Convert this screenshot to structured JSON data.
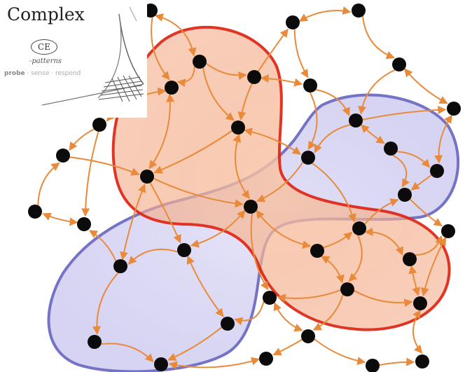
{
  "legend": {
    "title": "Complex",
    "code": "CE",
    "subtitle": "-patterns",
    "tagline_a": "probe",
    "tagline_b": " · sense · respond"
  },
  "colors": {
    "node": "#0b0b0b",
    "arrow": "#e98a3a",
    "red_region_stroke": "#e02a1a",
    "red_region_fill": "#f6b58f",
    "blue_region_stroke": "#6e6cc4",
    "blue_region_fill": "#c9c6ef"
  },
  "icon": "pen-sketch-triangle-icon"
}
